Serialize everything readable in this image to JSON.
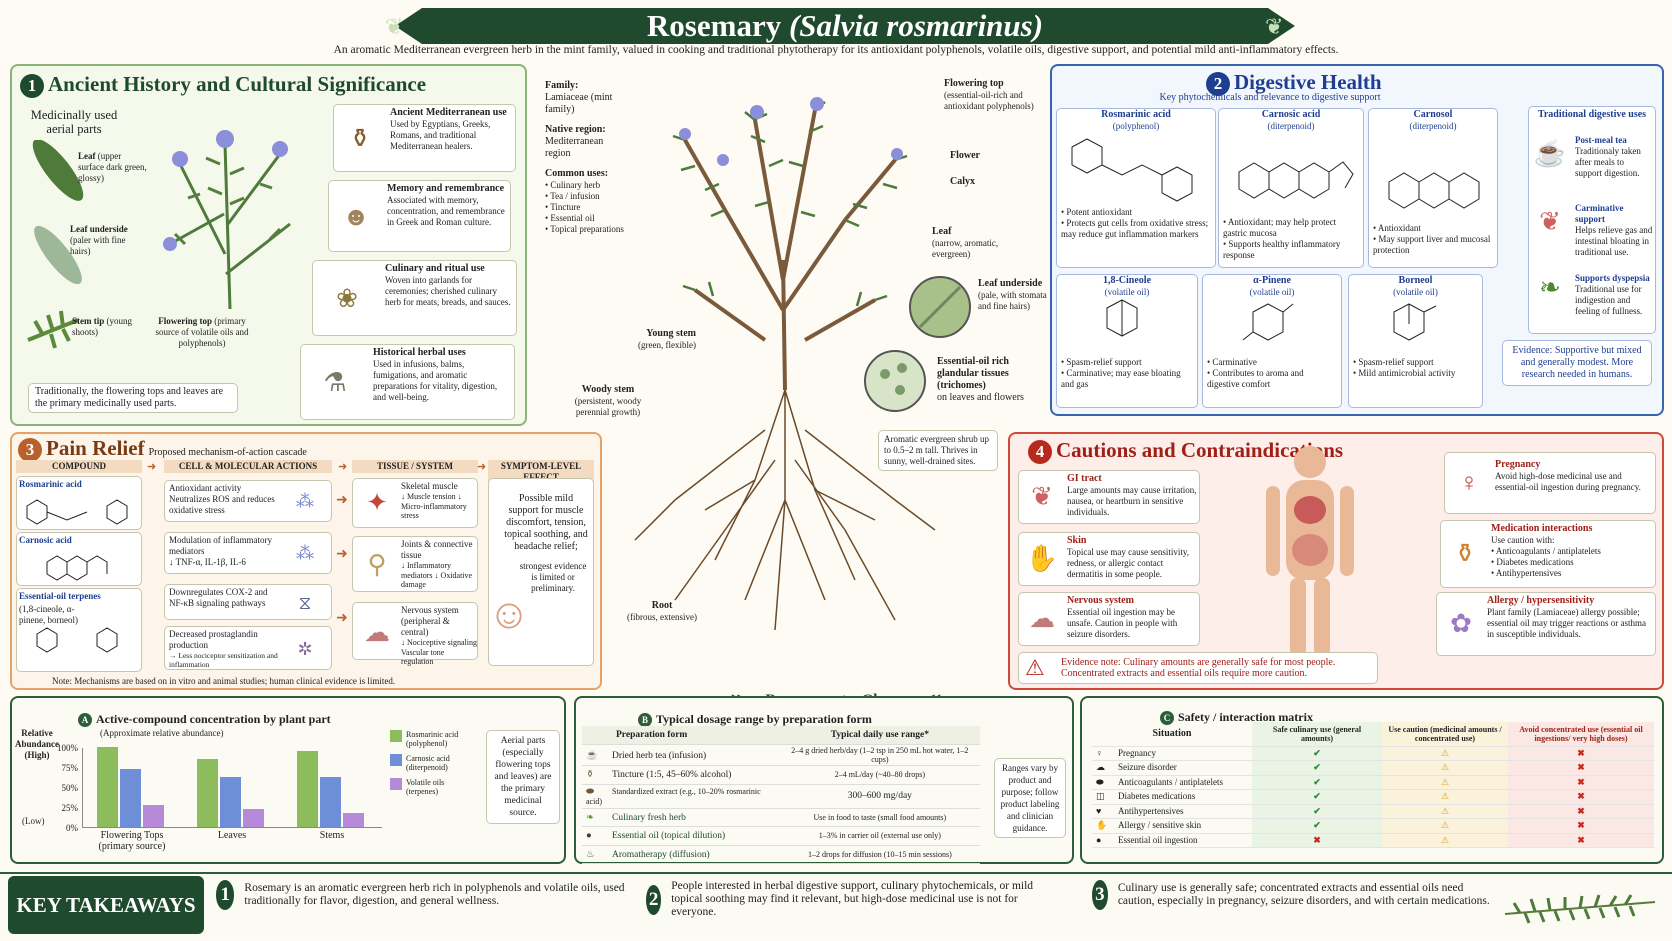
{
  "header": {
    "title": "Rosemary",
    "title_latin": "(Salvia rosmarinus)",
    "subtitle": "An aromatic Mediterranean evergreen herb in the mint family, valued in cooking and traditional phytotherapy for its antioxidant polyphenols, volatile oils, digestive support, and potential mild anti-inflammatory effects."
  },
  "history": {
    "num": "1",
    "title": "Ancient History and Cultural Significance",
    "parts_title": "Medicinally used aerial parts",
    "leaf": "Leaf",
    "leaf_d": "(upper surface dark green, glossy)",
    "underside": "Leaf underside",
    "underside_d": "(paler with fine hairs)",
    "stem": "Stem tip",
    "stem_d": "(young shoots)",
    "flowering": "Flowering top",
    "flowering_d": "(primary source of volatile oils and polyphenols)",
    "note": "Traditionally, the flowering tops and leaves are the primary medicinally used parts.",
    "items": [
      {
        "title": "Ancient Mediterranean use",
        "text": "Used by Egyptians, Greeks, Romans, and traditional Mediterranean healers."
      },
      {
        "title": "Memory and remembrance",
        "text": "Associated with memory, concentration, and remembrance in Greek and Roman culture."
      },
      {
        "title": "Culinary and ritual use",
        "text": "Woven into garlands for ceremonies; cherished culinary herb for meats, breads, and sauces."
      },
      {
        "title": "Historical herbal uses",
        "text": "Used in infusions, balms, fumigations, and aromatic preparations for vitality, digestion, and well-being."
      }
    ]
  },
  "plant": {
    "family_l": "Family:",
    "family": "Lamiaceae (mint family)",
    "native_l": "Native region:",
    "native": "Mediterranean region",
    "uses_l": "Common uses:",
    "uses": [
      "• Culinary herb",
      "• Tea / infusion",
      "• Tincture",
      "• Essential oil",
      "• Topical preparations"
    ],
    "labels": {
      "flowering": "Flowering top",
      "flowering_d": "(essential-oil-rich and antioxidant polyphenols)",
      "flower": "Flower",
      "calyx": "Calyx",
      "leaf": "Leaf",
      "leaf_d": "(narrow, aromatic, evergreen)",
      "underside": "Leaf underside",
      "underside_d": "(pale, with stomata and fine hairs)",
      "young": "Young stem",
      "young_d": "(green, flexible)",
      "woody": "Woody stem",
      "woody_d": "(persistent, woody perennial growth)",
      "glands": "Essential-oil rich glandular tissues (trichomes)",
      "glands_d": "on leaves and flowers",
      "root": "Root",
      "root_d": "(fibrous, extensive)"
    },
    "shrub": "Aromatic evergreen shrub up to 0.5–2 m tall. Thrives in sunny, well-drained sites."
  },
  "digestive": {
    "num": "2",
    "title": "Digestive Health",
    "sub": "Key phytochemicals and relevance to digestive support",
    "chems": [
      {
        "name": "Rosmarinic acid",
        "cls": "(polyphenol)",
        "pts": [
          "• Potent antioxidant",
          "• Protects gut cells from oxidative stress; may reduce gut inflammation markers"
        ]
      },
      {
        "name": "Carnosic acid",
        "cls": "(diterpenoid)",
        "pts": [
          "• Antioxidant; may help protect gastric mucosa",
          "• Supports healthy inflammatory response"
        ]
      },
      {
        "name": "Carnosol",
        "cls": "(diterpenoid)",
        "pts": [
          "• Antioxidant",
          "• May support liver and mucosal protection"
        ]
      },
      {
        "name": "1,8-Cineole",
        "cls": "(volatile oil)",
        "pts": [
          "• Spasm-relief support",
          "• Carminative; may ease bloating and gas"
        ]
      },
      {
        "name": "α-Pinene",
        "cls": "(volatile oil)",
        "pts": [
          "• Carminative",
          "• Contributes to aroma and digestive comfort"
        ]
      },
      {
        "name": "Borneol",
        "cls": "(volatile oil)",
        "pts": [
          "• Spasm-relief support",
          "• Mild antimicrobial activity"
        ]
      }
    ],
    "trad_title": "Traditional digestive uses",
    "trad": [
      {
        "title": "Post-meal tea",
        "text": "Traditionaly taken after meals to support digestion."
      },
      {
        "title": "Carminative support",
        "text": "Helps relieve gas and intestinal bloating in traditional use."
      },
      {
        "title": "Supports dyspepsia",
        "text": "Traditional use for indigestion and feeling of fullness."
      }
    ],
    "evidence": "Evidence: Supportive but mixed and generally modest. More research needed in humans."
  },
  "pain": {
    "num": "3",
    "title": "Pain Relief",
    "sub": "Proposed mechanism-of-action cascade",
    "cols": [
      "COMPOUND",
      "CELL & MOLECULAR ACTIONS",
      "TISSUE / SYSTEM",
      "SYMPTOM-LEVEL EFFECT"
    ],
    "compounds": [
      {
        "name": "Rosmarinic acid"
      },
      {
        "name": "Carnosic acid"
      },
      {
        "name": "Essential-oil terpenes",
        "d": "(1,8-cineole, α-pinene, borneol)"
      }
    ],
    "actions": [
      {
        "title": "Antioxidant activity",
        "text": "Neutralizes ROS and reduces oxidative stress"
      },
      {
        "title": "Modulation of inflammatory mediators",
        "text": "↓ TNF-α, IL-1β, IL-6"
      },
      {
        "title": "Downregulates COX-2 and NF-κB signaling pathways",
        "text": ""
      },
      {
        "title": "Decreased prostaglandin production",
        "text": "→ Less nociceptor sensitization and inflammation"
      }
    ],
    "tissues": [
      {
        "title": "Skeletal muscle",
        "text": "↓ Muscle tension ↓ Micro-inflammatory stress"
      },
      {
        "title": "Joints & connective tissue",
        "text": "↓ Inflammatory mediators ↓ Oxidative damage"
      },
      {
        "title": "Nervous system (peripheral & central)",
        "text": "↓ Nociceptive signaling Vascular tone regulation"
      }
    ],
    "effect": "Possible mild support for muscle discomfort, tension, topical soothing, and headache relief;",
    "effect2": "strongest evidence is limited or preliminary.",
    "note": "Note: Mechanisms are based on in vitro and animal studies; human clinical evidence is limited."
  },
  "cautions": {
    "num": "4",
    "title": "Cautions and Contraindications",
    "left": [
      {
        "title": "GI tract",
        "text": "Large amounts may cause irritation, nausea, or heartburn in sensitive individuals."
      },
      {
        "title": "Skin",
        "text": "Topical use may cause sensitivity, redness, or allergic contact dermatitis in some people."
      },
      {
        "title": "Nervous system",
        "text": "Essential oil ingestion may be unsafe. Caution in people with seizure disorders."
      }
    ],
    "right": [
      {
        "title": "Pregnancy",
        "text": "Avoid high-dose medicinal use and essential-oil ingestion during pregnancy."
      },
      {
        "title": "Medication interactions",
        "text": "Use caution with:",
        "list": [
          "• Anticoagulants / antiplatelets",
          "• Diabetes medications",
          "• Antihypertensives"
        ]
      },
      {
        "title": "Allergy / hypersensitivity",
        "text": "Plant family (Lamiaceae) allergy possible; essential oil may trigger reactions or asthma in susceptible individuals."
      }
    ],
    "evidence": "Evidence note: Culinary amounts are generally safe for most people. Concentrated extracts and essential oils require more caution."
  },
  "glance": {
    "title": "Rosemary at a Glance"
  },
  "chartA": {
    "letter": "A",
    "title": "Active-compound concentration by plant part",
    "sub": "(Approximate relative abundance)",
    "ylab": "Relative Abundance (High)",
    "low": "(Low)",
    "note": "Aerial parts (especially flowering tops and leaves) are the primary medicinal source."
  },
  "chart_data": {
    "type": "bar",
    "categories": [
      "Flowering Tops",
      "Leaves",
      "Stems"
    ],
    "category_sub": [
      "(primary source)",
      "",
      ""
    ],
    "yticks": [
      "100%",
      "75%",
      "50%",
      "25%",
      "0%"
    ],
    "ylim": [
      0,
      100
    ],
    "colors": [
      "#8cbc5c",
      "#6e8ed8",
      "#b68ad8"
    ],
    "series": [
      {
        "name": "Rosmarinic acid",
        "sub": "(polyphenol)",
        "values": [
          100,
          85,
          95
        ]
      },
      {
        "name": "Carnosic acid",
        "sub": "(diterpenoid)",
        "values": [
          72,
          62,
          63
        ]
      },
      {
        "name": "Volatile oils",
        "sub": "(terpenes)",
        "values": [
          28,
          22,
          18
        ]
      }
    ]
  },
  "dosage": {
    "letter": "B",
    "title": "Typical dosage range by preparation form",
    "h1": "Preparation form",
    "h2": "Typical daily use range*",
    "rows": [
      {
        "form": "Dried herb tea (infusion)",
        "range": "2–4 g dried herb/day (1–2 tsp in 250 mL hot water, 1–2 cups)"
      },
      {
        "form": "Tincture (1:5, 45–60% alcohol)",
        "range": "2–4 mL/day (~40–80 drops)"
      },
      {
        "form": "Standardized extract (e.g., 10–20% rosmarinic acid)",
        "range": "300–600 mg/day"
      },
      {
        "form": "Culinary fresh herb",
        "range": "Use in food to taste (small food amounts)"
      },
      {
        "form": "Essential oil (topical dilution)",
        "range": "1–3% in carrier oil (external use only)"
      },
      {
        "form": "Aromatherapy (diffusion)",
        "range": "1–2 drops for diffusion (10–15 min sessions)"
      }
    ],
    "note": "Ranges vary by product and purpose; follow product labeling and clinician guidance."
  },
  "safety": {
    "letter": "C",
    "title": "Safety / interaction matrix",
    "h0": "Situation",
    "h1": "Safe culinary use (general amounts)",
    "h2": "Use caution (medicinal amounts / concentrated use)",
    "h3": "Avoid concentrated use (essential oil ingestions/ very high doses)",
    "rows": [
      {
        "s": "Pregnancy",
        "v": [
          "ok",
          "warn",
          "no"
        ]
      },
      {
        "s": "Seizure disorder",
        "v": [
          "ok",
          "warn",
          "no"
        ]
      },
      {
        "s": "Anticoagulants / antiplatelets",
        "v": [
          "ok",
          "warn",
          "no"
        ]
      },
      {
        "s": "Diabetes medications",
        "v": [
          "ok",
          "warn",
          "no"
        ]
      },
      {
        "s": "Antihypertensives",
        "v": [
          "ok",
          "warn",
          "no"
        ]
      },
      {
        "s": "Allergy / sensitive skin",
        "v": [
          "ok",
          "warn",
          "no"
        ]
      },
      {
        "s": "Essential oil ingestion",
        "v": [
          "no",
          "warn",
          "no"
        ]
      }
    ]
  },
  "takeaways": {
    "title": "KEY TAKEAWAYS",
    "items": [
      {
        "n": "1",
        "t": "Rosemary is an aromatic evergreen herb rich in polyphenols and volatile oils, used traditionally for flavor, digestion, and general wellness."
      },
      {
        "n": "2",
        "t": "People interested in herbal digestive support, culinary phytochemicals, or mild topical soothing may find it relevant, but high-dose medicinal use is not for everyone."
      },
      {
        "n": "3",
        "t": "Culinary use is generally safe; concentrated extracts and essential oils need caution, especially in pregnancy, seizure disorders, and with certain medications."
      }
    ]
  }
}
